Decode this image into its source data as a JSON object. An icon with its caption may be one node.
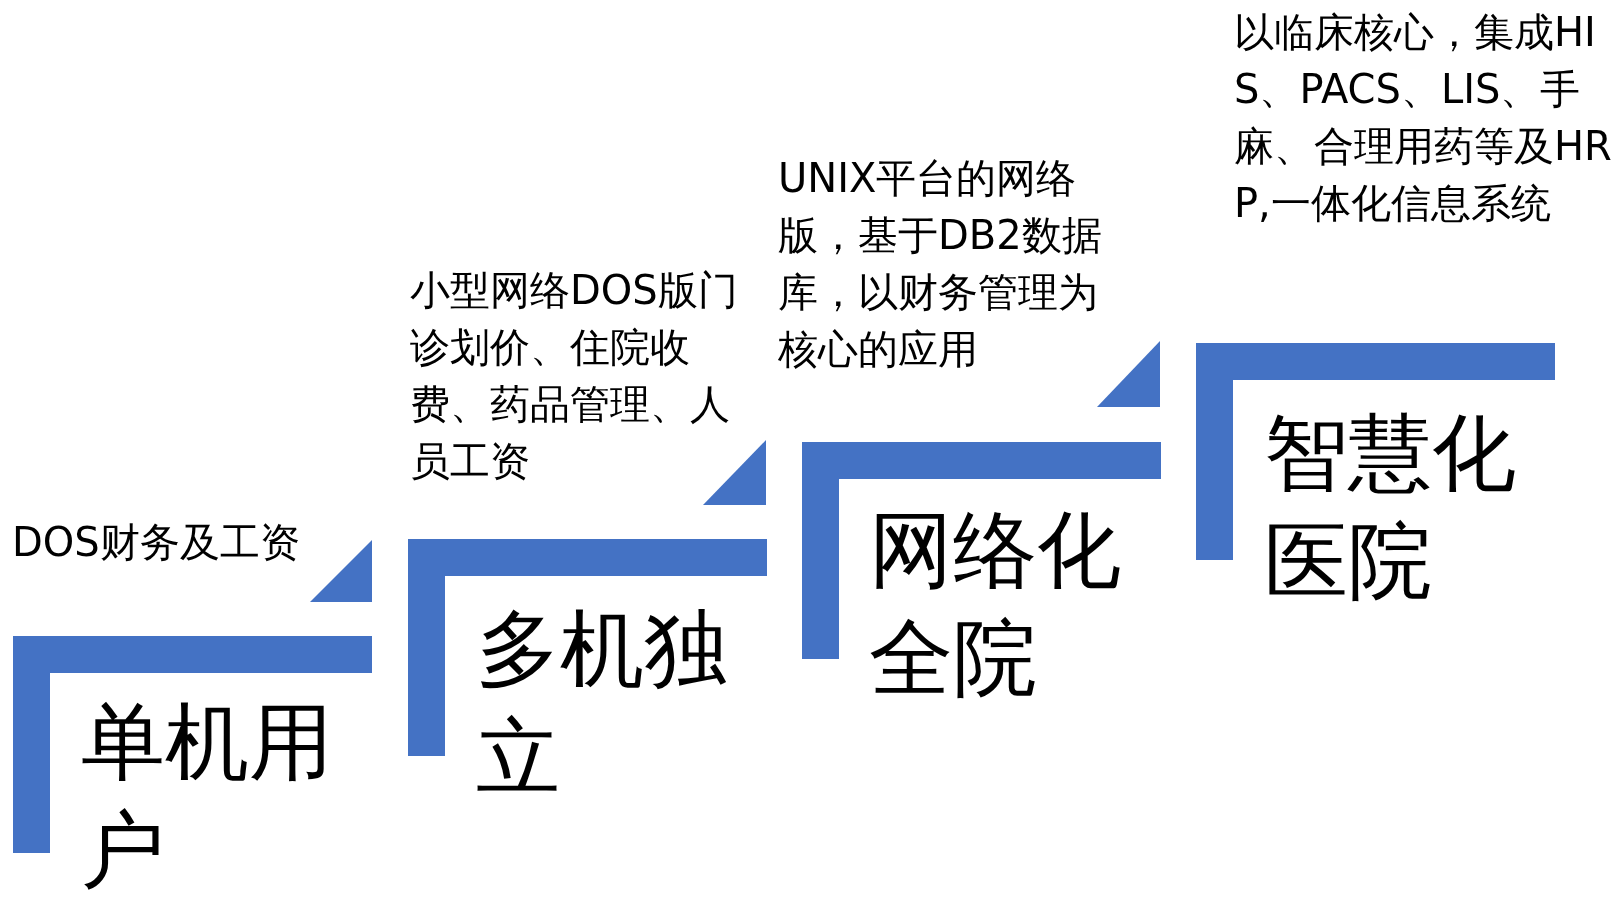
{
  "diagram": {
    "nodes": [
      {
        "text": [
          "单机用户"
        ],
        "beside": [
          "DOS财务及工资"
        ]
      },
      {
        "text": [
          "多机独立"
        ],
        "beside": [
          "小型网络DOS版门诊划价、住院收费、药品管理、人员工资"
        ]
      },
      {
        "text": [
          "网络化全院"
        ],
        "beside": [
          "UNIX平台的网络版，基于DB2数据库，以财务管理为核心的应用"
        ]
      },
      {
        "text": [
          "智慧化医院"
        ],
        "beside": [
          "以临床核心，集成HIS、PACS、LIS、手麻、合理用药等及HRP,一体化信息系统"
        ]
      }
    ]
  }
}
